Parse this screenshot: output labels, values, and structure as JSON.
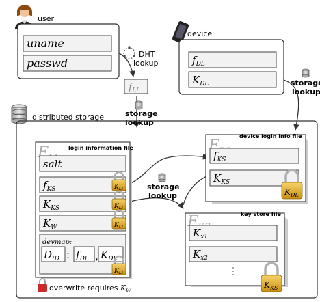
{
  "user": {
    "label": "user",
    "fields": [
      "uname",
      "passwd"
    ]
  },
  "device": {
    "label": "device",
    "fields": {
      "f": "f",
      "f_sub": "DL",
      "k": "K",
      "k_sub": "DL"
    }
  },
  "dht": {
    "line1": "DHT",
    "line2": "lookup"
  },
  "fli_box": {
    "main": "f",
    "sub": "LI"
  },
  "storage_lookup": {
    "line1": "storage",
    "line2": "lookup"
  },
  "distributed_storage": {
    "label": "distributed storage"
  },
  "login_file": {
    "big": "F",
    "big_sub": "LI",
    "title": "login information file",
    "salt": "salt",
    "fks": {
      "main": "f",
      "sub": "KS"
    },
    "kks": {
      "main": "K",
      "sub": "KS"
    },
    "kw": {
      "main": "K",
      "sub": "W"
    },
    "devmap": {
      "label": "devmap:",
      "d": "D",
      "d_sub": "ID",
      "colon": ":",
      "f": "f",
      "f_sub": "DL",
      "comma": ",",
      "k": "K",
      "k_sub": "DL"
    },
    "lock_text": {
      "main": "K",
      "sub": "LI"
    }
  },
  "device_file": {
    "big": "F",
    "big_sub": "DL",
    "title": "device login info file",
    "fks": {
      "main": "f",
      "sub": "KS"
    },
    "kks": {
      "main": "K",
      "sub": "KS"
    },
    "lock_text": {
      "main": "K",
      "sub": "DL"
    }
  },
  "keystore_file": {
    "big": "F",
    "big_sub": "KS",
    "title": "key store file",
    "kx1": {
      "main": "K",
      "sub": "x1"
    },
    "kx2": {
      "main": "K",
      "sub": "x2"
    },
    "lock_text": {
      "main": "K",
      "sub": "KS"
    }
  },
  "overwrite_note": {
    "text": "overwrite requires ",
    "k": "K",
    "k_sub": "W"
  },
  "colors": {
    "box_fill": "#f2f2f2",
    "line": "#333333",
    "lock_gold": "#d9a21a",
    "lock_red": "#cc2a2a"
  }
}
